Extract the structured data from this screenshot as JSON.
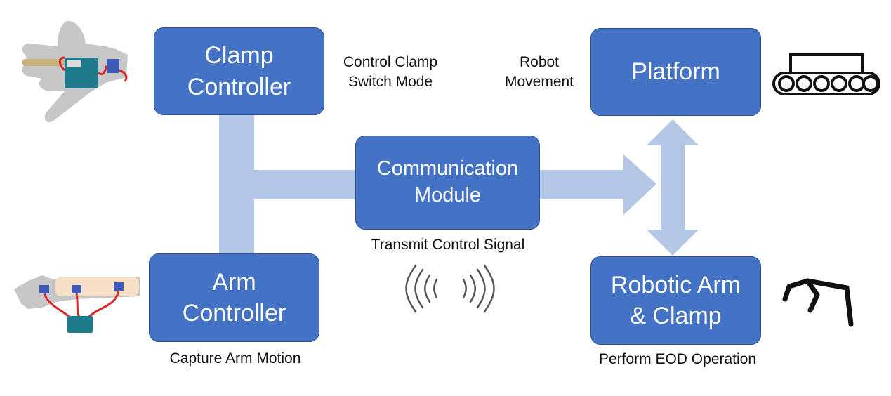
{
  "colors": {
    "box_fill": "#4472c4",
    "box_border": "#2f528f",
    "connector": "#b4c7e7",
    "text_on_box": "#ffffff",
    "annotation_text": "#111111"
  },
  "nodes": {
    "clamp_controller": {
      "line1": "Clamp",
      "line2": "Controller"
    },
    "arm_controller": {
      "line1": "Arm",
      "line2": "Controller"
    },
    "communication_module": {
      "line1": "Communication",
      "line2": "Module"
    },
    "platform": {
      "label": "Platform"
    },
    "robotic_arm": {
      "line1": "Robotic Arm",
      "line2": "& Clamp"
    }
  },
  "annotations": {
    "clamp_control": {
      "line1": "Control Clamp",
      "line2": "Switch Mode"
    },
    "robot_movement": {
      "line1": "Robot",
      "line2": "Movement"
    },
    "transmit_signal": "Transmit Control Signal",
    "capture_arm": "Capture Arm Motion",
    "perform_eod": "Perform EOD Operation"
  },
  "illustrations": [
    "glove-sensor-icon",
    "arm-sensor-icon",
    "tracked-platform-icon",
    "robotic-gripper-icon",
    "wireless-signal-icon"
  ]
}
